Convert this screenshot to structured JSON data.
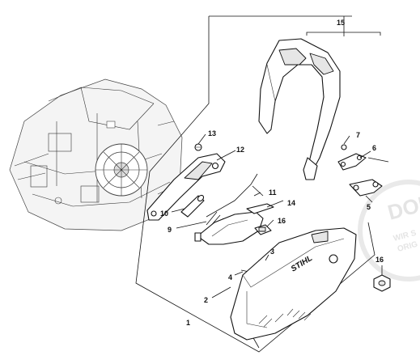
{
  "callouts": [
    {
      "id": "1",
      "text": "1"
    },
    {
      "id": "2",
      "text": "2"
    },
    {
      "id": "3",
      "text": "3"
    },
    {
      "id": "4",
      "text": "4"
    },
    {
      "id": "5",
      "text": "5"
    },
    {
      "id": "6",
      "text": "6"
    },
    {
      "id": "7",
      "text": "7"
    },
    {
      "id": "9",
      "text": "9"
    },
    {
      "id": "10",
      "text": "10"
    },
    {
      "id": "11",
      "text": "11"
    },
    {
      "id": "12",
      "text": "12"
    },
    {
      "id": "13",
      "text": "13"
    },
    {
      "id": "14",
      "text": "14"
    },
    {
      "id": "15",
      "text": "15"
    },
    {
      "id": "16a",
      "text": "16"
    },
    {
      "id": "16b",
      "text": "16"
    }
  ],
  "brand": "STIHL",
  "watermark": {
    "line1": "DOM",
    "line2": "WIR S",
    "line3": "ORIG"
  },
  "colors": {
    "line": "#111111",
    "watermark": "#cfcfcf"
  }
}
